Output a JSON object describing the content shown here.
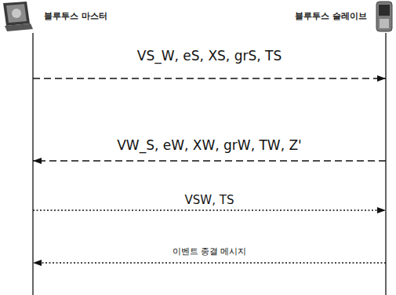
{
  "diagram": {
    "nodes": [
      {
        "text": [
          "블루투스 마스터"
        ]
      },
      {
        "text": [
          "블루투스 슬레이브"
        ]
      }
    ],
    "edges": [
      {
        "from": 0,
        "to": 1,
        "arrow": "to",
        "label": "VS_W, eS, XS, grS, TS"
      },
      {
        "from": 1,
        "to": 0,
        "arrow": "to",
        "label": "VW_S, eW, XW, grW, TW, Z'"
      },
      {
        "from": 0,
        "to": 1,
        "arrow": "to",
        "label": "VSW, TS"
      },
      {
        "from": 1,
        "to": 0,
        "arrow": "to",
        "label": "이벤트 종결 메시지"
      }
    ]
  }
}
